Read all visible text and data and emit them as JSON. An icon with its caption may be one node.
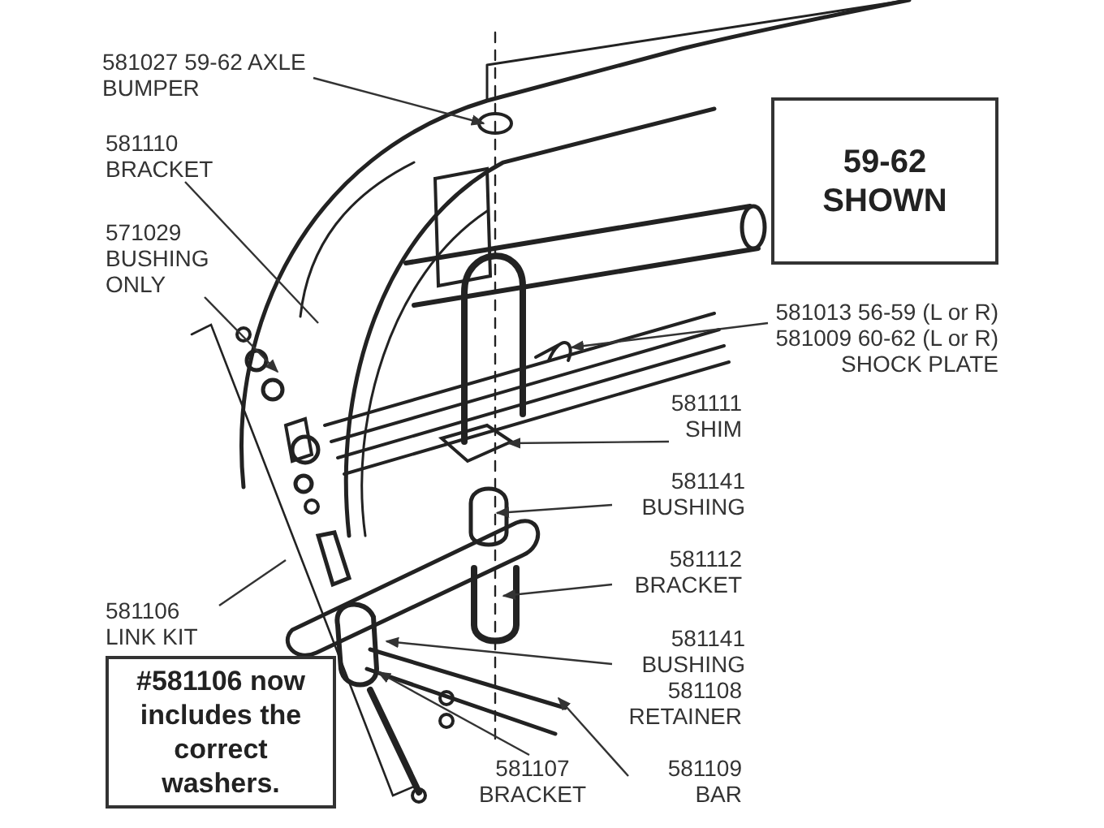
{
  "diagram": {
    "nodes": [
      {
        "text": [
          "581027 59-62 AXLE BUMPER"
        ]
      },
      {
        "text": [
          "581110 BRACKET"
        ]
      },
      {
        "text": [
          "571029 BUSHING ONLY"
        ]
      },
      {
        "text": [
          "59-62 SHOWN"
        ]
      },
      {
        "text": [
          "581013 56-59 (L or R) 581009 60-62 (L or R) SHOCK PLATE"
        ]
      },
      {
        "text": [
          "581111 SHIM"
        ]
      },
      {
        "text": [
          "581141 BUSHING"
        ]
      },
      {
        "text": [
          "581112 BRACKET"
        ]
      },
      {
        "text": [
          "581141 BUSHING"
        ]
      },
      {
        "text": [
          "581108 RETAINER"
        ]
      },
      {
        "text": [
          "581106 LINK KIT"
        ]
      },
      {
        "text": [
          "#581106 now includes the correct washers."
        ]
      },
      {
        "text": [
          "581107 BRACKET"
        ]
      },
      {
        "text": [
          "581109 BAR"
        ]
      }
    ],
    "edges": [
      {
        "from": 0,
        "to": null,
        "arrow": "to"
      },
      {
        "from": 1,
        "to": null,
        "arrow": "none"
      },
      {
        "from": 2,
        "to": null,
        "arrow": "to"
      },
      {
        "from": 4,
        "to": null,
        "arrow": "to"
      },
      {
        "from": 5,
        "to": null,
        "arrow": "to"
      },
      {
        "from": 6,
        "to": null,
        "arrow": "to"
      },
      {
        "from": 7,
        "to": null,
        "arrow": "to"
      },
      {
        "from": 8,
        "to": null,
        "arrow": "to"
      },
      {
        "from": 10,
        "to": null,
        "arrow": "none"
      },
      {
        "from": 12,
        "to": null,
        "arrow": "to"
      },
      {
        "from": 13,
        "to": null,
        "arrow": "to"
      }
    ]
  }
}
